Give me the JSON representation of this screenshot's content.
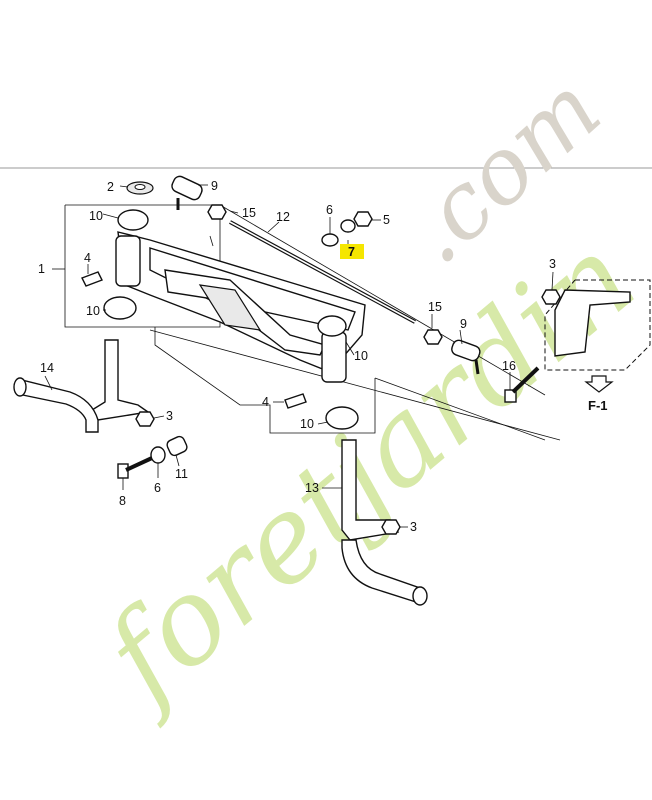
{
  "watermark": {
    "main_text": "foretjardin",
    "domain_text": ".com",
    "main_color": "#d7e9a8",
    "domain_color": "#d9d4cb"
  },
  "highlight": {
    "color": "#f5e600",
    "label": "7"
  },
  "callouts": {
    "c1": "1",
    "c2": "2",
    "c3a": "3",
    "c3b": "3",
    "c3c": "3",
    "c4a": "4",
    "c4b": "4",
    "c5": "5",
    "c6a": "6",
    "c6b": "6",
    "c8": "8",
    "c9a": "9",
    "c9b": "9",
    "c10a": "10",
    "c10b": "10",
    "c10c": "10",
    "c10d": "10",
    "c11": "11",
    "c12": "12",
    "c13": "13",
    "c14": "14",
    "c15a": "15",
    "c15b": "15",
    "c16": "16"
  },
  "view_ref": {
    "label": "F-1",
    "icon": "down-arrow-outline-icon"
  }
}
